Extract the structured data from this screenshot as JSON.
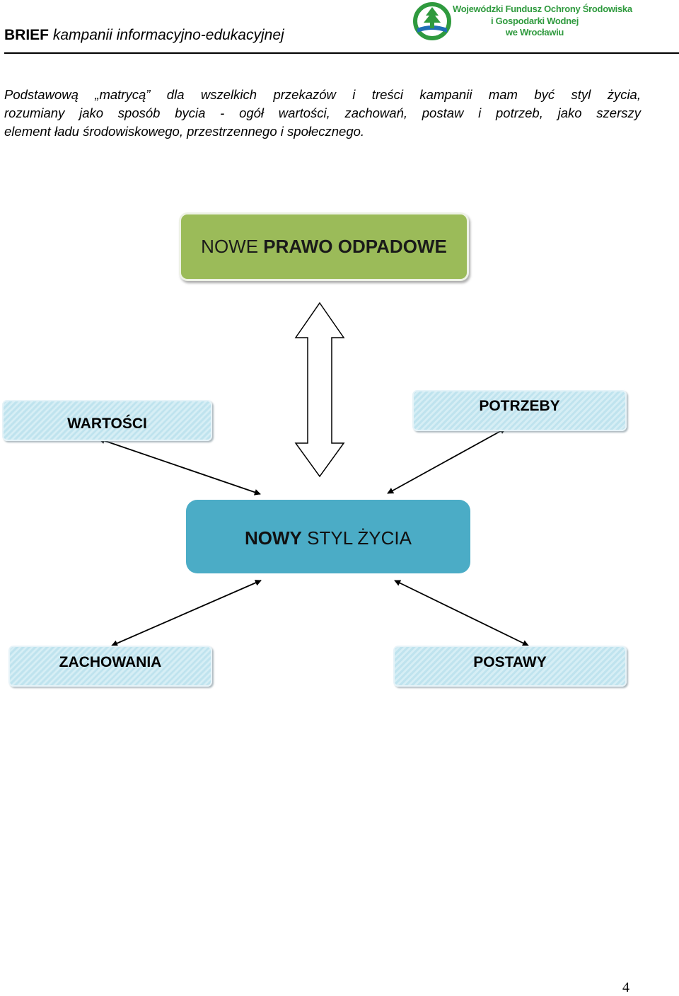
{
  "header": {
    "title_bold": "BRIEF",
    "title_italic": "kampanii informacyjno-edukacyjnej"
  },
  "logo": {
    "line1": "Wojewódzki Fundusz Ochrony Środowiska",
    "line2": "i Gospodarki Wodnej",
    "line3": "we Wrocławiu"
  },
  "intro": {
    "line1": "Podstawową „matrycą” dla wszelkich przekazów i treści kampanii mam być styl życia,",
    "line2": "rozumiany jako  sposób bycia - ogół wartości, zachowań, postaw i potrzeb, jako szerszy",
    "line3": "element ładu środowiskowego, przestrzennego i społecznego."
  },
  "diagram": {
    "top_normal": "NOWE ",
    "top_bold": "PRAWO ODPADOWE",
    "wartosci": "WARTOŚCI",
    "potrzeby": "POTRZEBY",
    "center_bold": "NOWY",
    "center_normal": " STYL ŻYCIA",
    "zachowania": "ZACHOWANIA",
    "postawy": "POSTAWY",
    "colors": {
      "top_box": "#9bbb59",
      "center_box": "#4bacc6",
      "side_boxes": "#bfe3ee"
    }
  },
  "footer": {
    "page_number": "4"
  }
}
